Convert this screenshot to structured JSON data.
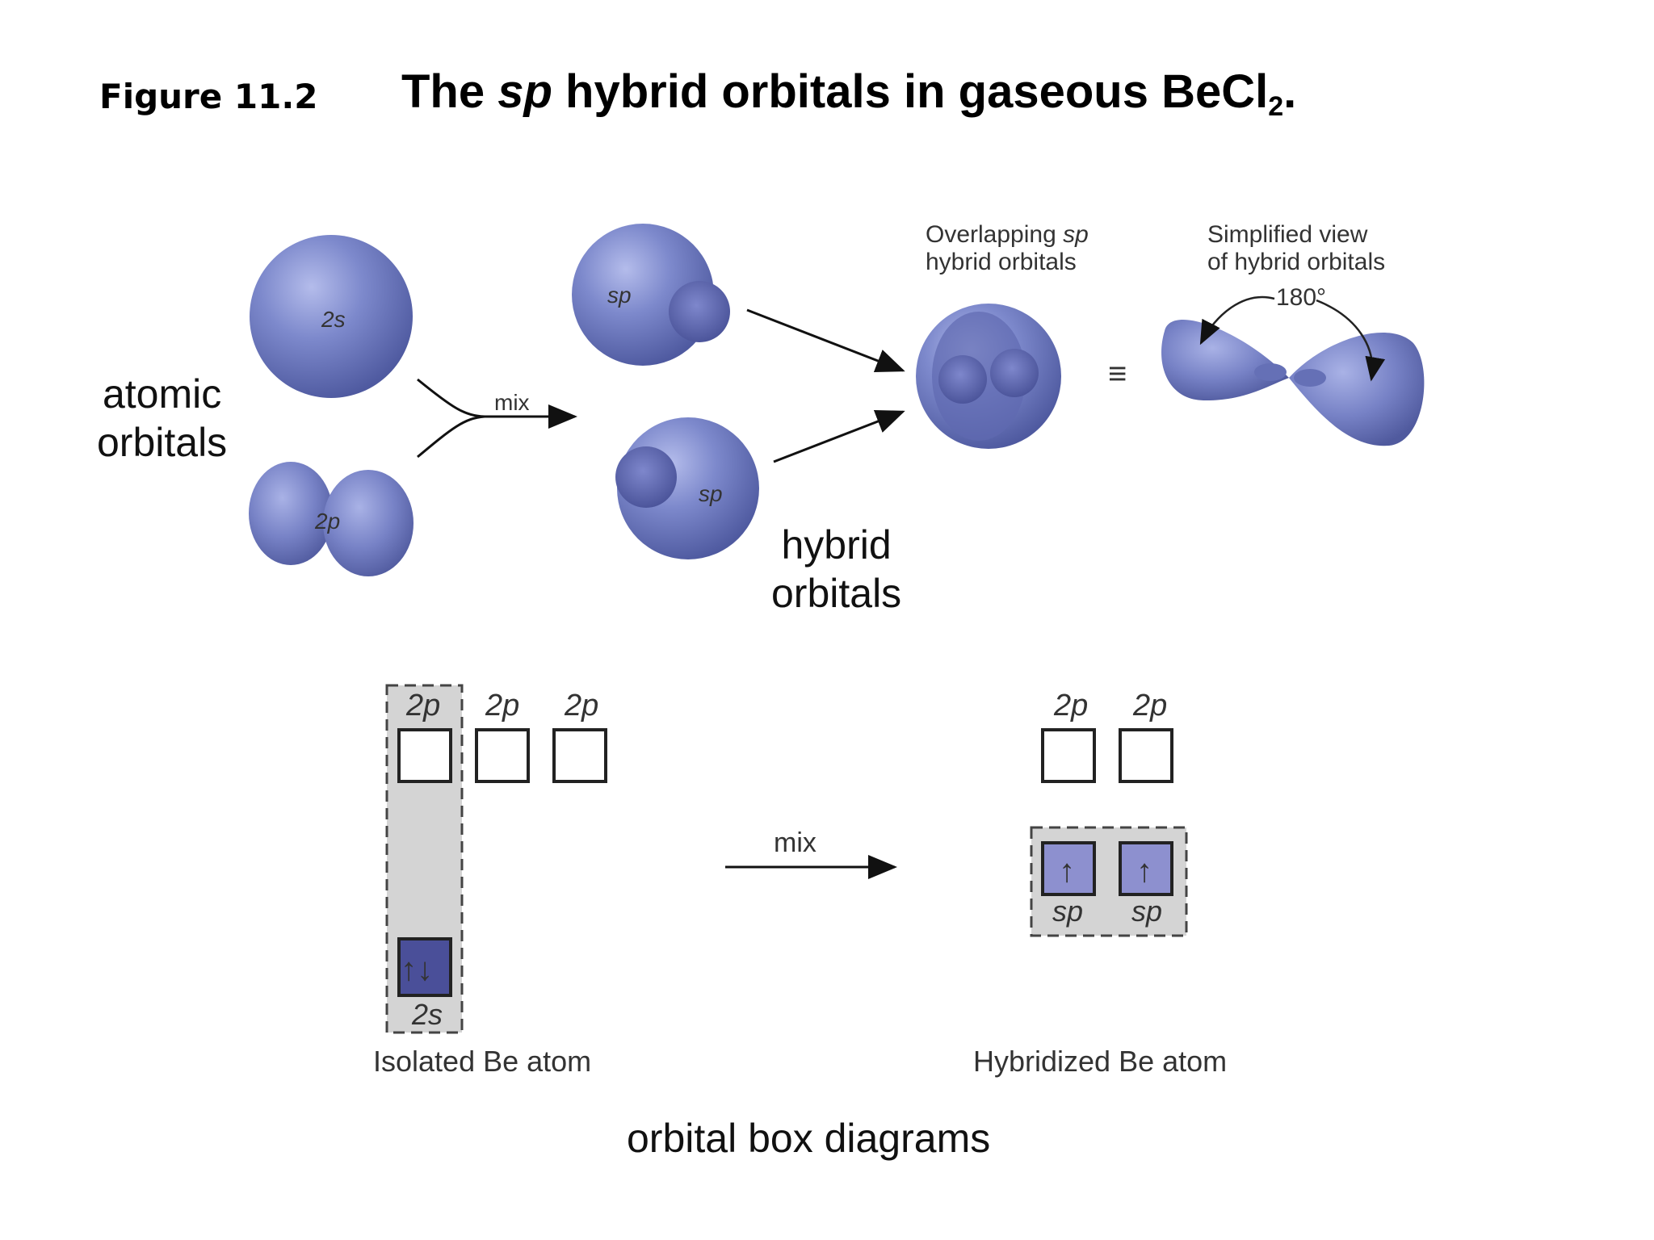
{
  "figure": {
    "number": "Figure 11.2",
    "title_pre": "The ",
    "title_italic": "sp",
    "title_mid": " hybrid orbitals in gaseous BeCl",
    "title_sub": "2",
    "title_end": "."
  },
  "labels": {
    "atomic_orbitals_1": "atomic",
    "atomic_orbitals_2": "orbitals",
    "hybrid_orbitals_1": "hybrid",
    "hybrid_orbitals_2": "orbitals",
    "box_diagrams": "orbital box diagrams"
  },
  "orbitals": {
    "s_label": "2s",
    "p_label": "2p",
    "sp_label_1": "sp",
    "sp_label_2": "sp",
    "mix_label": "mix",
    "overlap_line1_pre": "Overlapping ",
    "overlap_line1_italic": "sp",
    "overlap_line2": "hybrid orbitals",
    "equiv_symbol": "≡",
    "simplified_line1": "Simplified view",
    "simplified_line2": "of hybrid orbitals",
    "angle": "180°"
  },
  "box_diagram": {
    "isolated": {
      "p_labels": [
        "2p",
        "2p",
        "2p"
      ],
      "s_label": "2s",
      "s_electrons": "↑↓",
      "caption": "Isolated Be atom"
    },
    "mix_label": "mix",
    "hybridized": {
      "p_labels": [
        "2p",
        "2p"
      ],
      "sp_labels": [
        "sp",
        "sp"
      ],
      "sp_electrons": [
        "↑",
        "↑"
      ],
      "caption": "Hybridized Be atom"
    }
  },
  "colors": {
    "orbital": "#7a86c8",
    "orbital_dark": "#5560a8",
    "filled_box": "#4a4f99",
    "half_box": "#8d90cf",
    "highlight_bg": "#d4d4d4"
  }
}
